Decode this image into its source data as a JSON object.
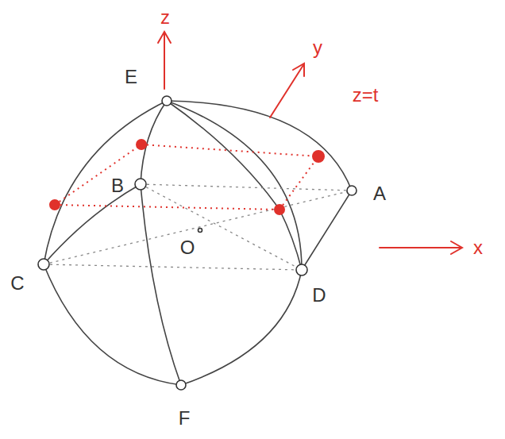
{
  "diagram": {
    "labels": [
      "z",
      "y",
      "z=t",
      "E",
      "B",
      "A",
      "O",
      "C",
      "D",
      "F",
      "x"
    ]
  }
}
